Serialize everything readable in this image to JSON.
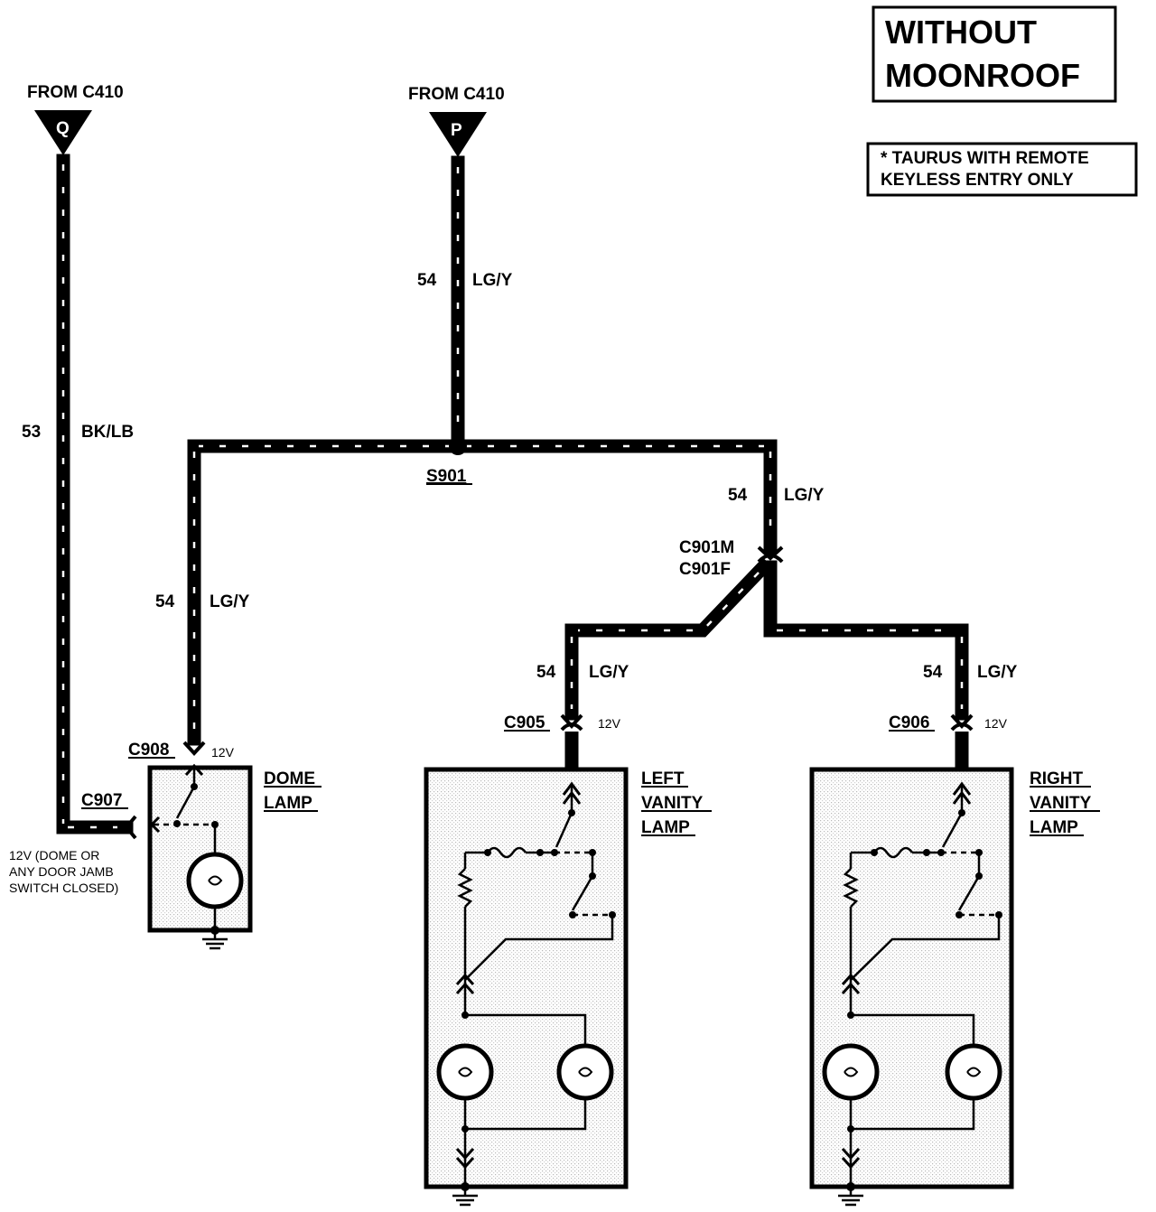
{
  "title": {
    "line1": "WITHOUT",
    "line2": "MOONROOF"
  },
  "note": {
    "line1": "* TAURUS WITH REMOTE",
    "line2": "KEYLESS ENTRY ONLY"
  },
  "sources": [
    {
      "from": "FROM C410",
      "pin": "Q"
    },
    {
      "from": "FROM C410",
      "pin": "P"
    }
  ],
  "wires": [
    {
      "circuit": "53",
      "color": "BK/LB"
    },
    {
      "circuit": "54",
      "color": "LG/Y"
    },
    {
      "circuit": "54",
      "color": "LG/Y"
    },
    {
      "circuit": "54",
      "color": "LG/Y"
    },
    {
      "circuit": "54",
      "color": "LG/Y"
    },
    {
      "circuit": "54",
      "color": "LG/Y"
    }
  ],
  "splice": "S901",
  "connectors": {
    "c901m": "C901M",
    "c901f": "C901F",
    "c905": "C905",
    "c906": "C906",
    "c907": "C907",
    "c908": "C908"
  },
  "voltages": {
    "c905": "12V",
    "c906": "12V",
    "c908": "12V"
  },
  "switch_note": {
    "line1": "12V (DOME OR",
    "line2": "ANY DOOR  JAMB",
    "line3": "SWITCH   CLOSED)"
  },
  "components": {
    "dome": {
      "line1": "DOME",
      "line2": "LAMP"
    },
    "left": {
      "line1": "LEFT",
      "line2": "VANITY",
      "line3": "LAMP"
    },
    "right": {
      "line1": "RIGHT",
      "line2": "VANITY",
      "line3": "LAMP"
    }
  }
}
